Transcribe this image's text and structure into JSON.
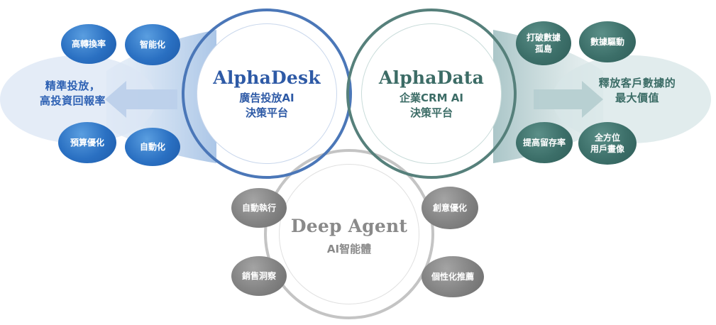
{
  "colors": {
    "alphadesk": "#2e5aa6",
    "alphadata": "#3c6c66",
    "deepagent": "#8a8a8a",
    "left_callout": "#2f62b4",
    "right_callout": "#3b6c66"
  },
  "alphadesk": {
    "title": "AlphaDesk",
    "subtitle_line1": "廣告投放AI",
    "subtitle_line2": "決策平台",
    "nodes": [
      {
        "label_line1": "高轉換率",
        "label_line2": ""
      },
      {
        "label_line1": "智能化",
        "label_line2": ""
      },
      {
        "label_line1": "預算優化",
        "label_line2": ""
      },
      {
        "label_line1": "自動化",
        "label_line2": ""
      }
    ],
    "callout_line1": "精準投放，",
    "callout_line2": "高投資回報率"
  },
  "alphadata": {
    "title": "AlphaData",
    "subtitle_line1": "企業CRM AI",
    "subtitle_line2": "決策平台",
    "nodes": [
      {
        "label_line1": "打破數據",
        "label_line2": "孤島"
      },
      {
        "label_line1": "數據驅動",
        "label_line2": ""
      },
      {
        "label_line1": "提高留存率",
        "label_line2": ""
      },
      {
        "label_line1": "全方位",
        "label_line2": "用戶畫像"
      }
    ],
    "callout_line1": "釋放客戶數據的",
    "callout_line2": "最大價值"
  },
  "deepagent": {
    "title": "Deep Agent",
    "subtitle_line1": "AI智能體",
    "nodes": [
      {
        "label_line1": "自動執行",
        "label_line2": ""
      },
      {
        "label_line1": "創意優化",
        "label_line2": ""
      },
      {
        "label_line1": "銷售洞察",
        "label_line2": ""
      },
      {
        "label_line1": "個性化推薦",
        "label_line2": ""
      }
    ]
  }
}
